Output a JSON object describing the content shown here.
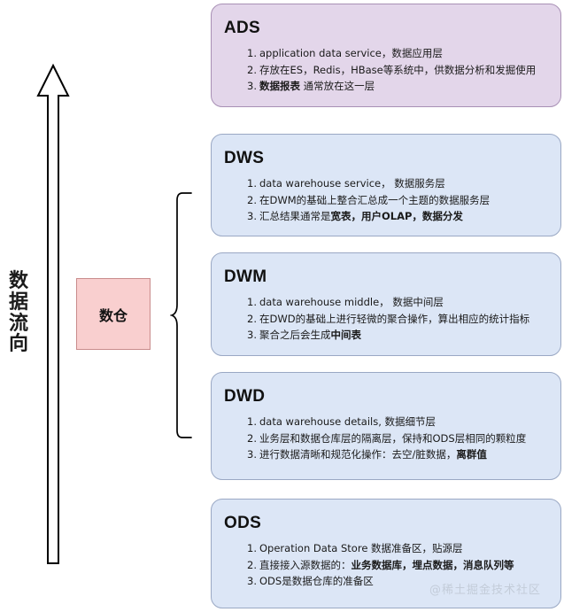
{
  "diagram": {
    "title_vertical": "数据流向",
    "arrow": {
      "name": "upward-flow-arrow",
      "direction": "up"
    },
    "warehouse_box": {
      "label": "数仓",
      "fill": "#f9cfcf",
      "border": "#c98c8c"
    },
    "brace": {
      "name": "grouping-brace",
      "covers": [
        "DWS",
        "DWM",
        "DWD"
      ]
    },
    "watermark": "@稀土掘金技术社区",
    "colors": {
      "ads_fill": "#e3d6ea",
      "ads_border": "#a890b5",
      "layer_fill": "#dce6f6",
      "layer_border": "#9aa8c4",
      "warehouse_fill": "#f9cfcf"
    }
  },
  "layers": [
    {
      "id": "ads",
      "title": "ADS",
      "items": [
        {
          "num": "1.",
          "parts": [
            {
              "t": "application data service，数据应用层",
              "b": false
            }
          ]
        },
        {
          "num": "2.",
          "parts": [
            {
              "t": "存放在ES，Redis，HBase等系统中，供数据分析和发掘使用",
              "b": false
            }
          ]
        },
        {
          "num": "3.",
          "parts": [
            {
              "t": "数据报表",
              "b": true
            },
            {
              "t": " 通常放在这一层",
              "b": false
            }
          ]
        }
      ]
    },
    {
      "id": "dws",
      "title": "DWS",
      "items": [
        {
          "num": "1.",
          "parts": [
            {
              "t": "data warehouse service， 数据服务层",
              "b": false
            }
          ]
        },
        {
          "num": "2.",
          "parts": [
            {
              "t": "在DWM的基础上整合汇总成一个主题的数据服务层",
              "b": false
            }
          ]
        },
        {
          "num": "3.",
          "parts": [
            {
              "t": "汇总结果通常是",
              "b": false
            },
            {
              "t": "宽表，用户OLAP，数据分发",
              "b": true
            }
          ]
        }
      ]
    },
    {
      "id": "dwm",
      "title": "DWM",
      "items": [
        {
          "num": "1.",
          "parts": [
            {
              "t": "data warehouse middle， 数据中间层",
              "b": false
            }
          ]
        },
        {
          "num": "2.",
          "parts": [
            {
              "t": "在DWD的基础上进行轻微的聚合操作，算出相应的统计指标",
              "b": false
            }
          ]
        },
        {
          "num": "3.",
          "parts": [
            {
              "t": "聚合之后会生成",
              "b": false
            },
            {
              "t": "中间表",
              "b": true
            }
          ]
        }
      ]
    },
    {
      "id": "dwd",
      "title": "DWD",
      "items": [
        {
          "num": "1.",
          "parts": [
            {
              "t": "data warehouse details, 数据细节层",
              "b": false
            }
          ]
        },
        {
          "num": "2.",
          "parts": [
            {
              "t": "业务层和数据仓库层的隔离层，保持和ODS层相同的颗粒度",
              "b": false
            }
          ]
        },
        {
          "num": "3.",
          "parts": [
            {
              "t": "进行数据清晰和规范化操作：去空/脏数据，",
              "b": false
            },
            {
              "t": "离群值",
              "b": true
            }
          ]
        }
      ]
    },
    {
      "id": "ods",
      "title": "ODS",
      "items": [
        {
          "num": "1.",
          "parts": [
            {
              "t": "Operation Data Store 数据准备区，贴源层",
              "b": false
            }
          ]
        },
        {
          "num": "2.",
          "parts": [
            {
              "t": "直接接入源数据的：",
              "b": false
            },
            {
              "t": "业务数据库，埋点数据，消息队列等",
              "b": true
            }
          ]
        },
        {
          "num": "3.",
          "parts": [
            {
              "t": "ODS是数据仓库的准备区",
              "b": false
            }
          ]
        }
      ]
    }
  ]
}
